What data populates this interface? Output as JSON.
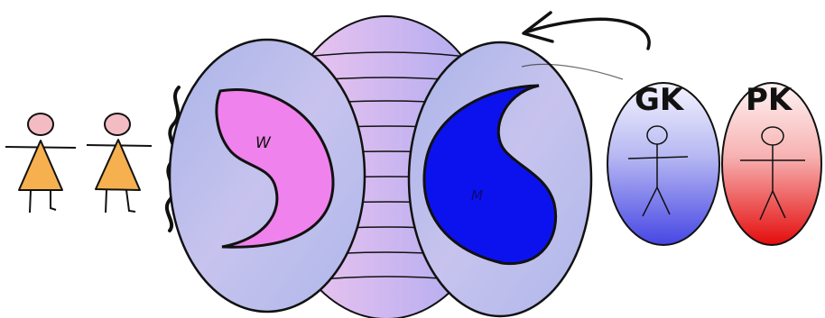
{
  "diagram": {
    "labels": {
      "w": "W",
      "m": "M",
      "gk": "GK",
      "pk": "PK"
    },
    "colors": {
      "background": "#ffffff",
      "outer_ellipse": "#b9bfe9",
      "center_sphere_left": "#f3c8ee",
      "center_sphere_right": "#a8a9f0",
      "w_shape": "#ef82ec",
      "m_shape": "#0c12ee",
      "figure_dress": "#f6b04f",
      "figure_head": "#f3bcc2",
      "gk_top": "#ffffff",
      "gk_bottom": "#4b4be6",
      "pk_top": "#ffffff",
      "pk_bottom": "#e80f0f",
      "ink": "#111111"
    },
    "icons": [
      "woman-figure-icon",
      "woman-figure-icon",
      "stick-figure-icon",
      "stick-figure-icon",
      "curved-arrow-icon"
    ]
  }
}
